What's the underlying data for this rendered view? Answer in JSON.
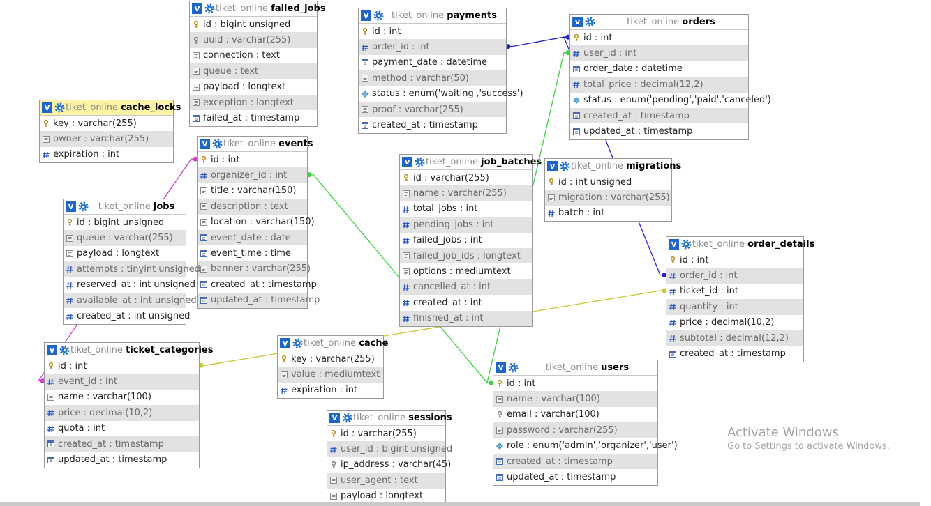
{
  "database": "tiket_online",
  "tables": [
    {
      "name": "failed_jobs",
      "columns": [
        {
          "text": "id : bigint unsigned",
          "icon": "primary-key"
        },
        {
          "text": "uuid : varchar(255)",
          "icon": "unique-key"
        },
        {
          "text": "connection : text",
          "icon": "text-type"
        },
        {
          "text": "queue : text",
          "icon": "text-type"
        },
        {
          "text": "payload : longtext",
          "icon": "text-type"
        },
        {
          "text": "exception : longtext",
          "icon": "text-type"
        },
        {
          "text": "failed_at : timestamp",
          "icon": "datetime-type"
        }
      ]
    },
    {
      "name": "payments",
      "columns": [
        {
          "text": "id : int",
          "icon": "primary-key"
        },
        {
          "text": "order_id : int",
          "icon": "numeric-type"
        },
        {
          "text": "payment_date : datetime",
          "icon": "datetime-type"
        },
        {
          "text": "method : varchar(50)",
          "icon": "text-type"
        },
        {
          "text": "status : enum('waiting','success')",
          "icon": "enum-type"
        },
        {
          "text": "proof : varchar(255)",
          "icon": "text-type"
        },
        {
          "text": "created_at : timestamp",
          "icon": "datetime-type"
        }
      ]
    },
    {
      "name": "orders",
      "columns": [
        {
          "text": "id : int",
          "icon": "primary-key"
        },
        {
          "text": "user_id : int",
          "icon": "numeric-type"
        },
        {
          "text": "order_date : datetime",
          "icon": "datetime-type"
        },
        {
          "text": "total_price : decimal(12,2)",
          "icon": "numeric-type"
        },
        {
          "text": "status : enum('pending','paid','canceled')",
          "icon": "enum-type"
        },
        {
          "text": "created_at : timestamp",
          "icon": "datetime-type"
        },
        {
          "text": "updated_at : timestamp",
          "icon": "datetime-type"
        }
      ]
    },
    {
      "name": "cache_locks",
      "highlight": true,
      "columns": [
        {
          "text": "key : varchar(255)",
          "icon": "primary-key"
        },
        {
          "text": "owner : varchar(255)",
          "icon": "text-type"
        },
        {
          "text": "expiration : int",
          "icon": "numeric-type"
        }
      ]
    },
    {
      "name": "events",
      "columns": [
        {
          "text": "id : int",
          "icon": "primary-key"
        },
        {
          "text": "organizer_id : int",
          "icon": "numeric-type"
        },
        {
          "text": "title : varchar(150)",
          "icon": "text-type"
        },
        {
          "text": "description : text",
          "icon": "text-type"
        },
        {
          "text": "location : varchar(150)",
          "icon": "text-type"
        },
        {
          "text": "event_date : date",
          "icon": "datetime-type"
        },
        {
          "text": "event_time : time",
          "icon": "datetime-type"
        },
        {
          "text": "banner : varchar(255)",
          "icon": "text-type"
        },
        {
          "text": "created_at : timestamp",
          "icon": "datetime-type"
        },
        {
          "text": "updated_at : timestamp",
          "icon": "datetime-type"
        }
      ]
    },
    {
      "name": "job_batches",
      "columns": [
        {
          "text": "id : varchar(255)",
          "icon": "primary-key"
        },
        {
          "text": "name : varchar(255)",
          "icon": "text-type"
        },
        {
          "text": "total_jobs : int",
          "icon": "numeric-type"
        },
        {
          "text": "pending_jobs : int",
          "icon": "numeric-type"
        },
        {
          "text": "failed_jobs : int",
          "icon": "numeric-type"
        },
        {
          "text": "failed_job_ids : longtext",
          "icon": "text-type"
        },
        {
          "text": "options : mediumtext",
          "icon": "text-type"
        },
        {
          "text": "cancelled_at : int",
          "icon": "numeric-type"
        },
        {
          "text": "created_at : int",
          "icon": "numeric-type"
        },
        {
          "text": "finished_at : int",
          "icon": "numeric-type"
        }
      ]
    },
    {
      "name": "migrations",
      "columns": [
        {
          "text": "id : int unsigned",
          "icon": "primary-key"
        },
        {
          "text": "migration : varchar(255)",
          "icon": "text-type"
        },
        {
          "text": "batch : int",
          "icon": "numeric-type"
        }
      ]
    },
    {
      "name": "jobs",
      "columns": [
        {
          "text": "id : bigint unsigned",
          "icon": "primary-key"
        },
        {
          "text": "queue : varchar(255)",
          "icon": "text-type"
        },
        {
          "text": "payload : longtext",
          "icon": "text-type"
        },
        {
          "text": "attempts : tinyint unsigned",
          "icon": "numeric-type"
        },
        {
          "text": "reserved_at : int unsigned",
          "icon": "numeric-type"
        },
        {
          "text": "available_at : int unsigned",
          "icon": "numeric-type"
        },
        {
          "text": "created_at : int unsigned",
          "icon": "numeric-type"
        }
      ]
    },
    {
      "name": "order_details",
      "columns": [
        {
          "text": "id : int",
          "icon": "primary-key"
        },
        {
          "text": "order_id : int",
          "icon": "numeric-type"
        },
        {
          "text": "ticket_id : int",
          "icon": "numeric-type"
        },
        {
          "text": "quantity : int",
          "icon": "numeric-type"
        },
        {
          "text": "price : decimal(10,2)",
          "icon": "numeric-type"
        },
        {
          "text": "subtotal : decimal(12,2)",
          "icon": "numeric-type"
        },
        {
          "text": "created_at : timestamp",
          "icon": "datetime-type"
        }
      ]
    },
    {
      "name": "ticket_categories",
      "columns": [
        {
          "text": "id : int",
          "icon": "primary-key"
        },
        {
          "text": "event_id : int",
          "icon": "numeric-type"
        },
        {
          "text": "name : varchar(100)",
          "icon": "text-type"
        },
        {
          "text": "price : decimal(10,2)",
          "icon": "numeric-type"
        },
        {
          "text": "quota : int",
          "icon": "numeric-type"
        },
        {
          "text": "created_at : timestamp",
          "icon": "datetime-type"
        },
        {
          "text": "updated_at : timestamp",
          "icon": "datetime-type"
        }
      ]
    },
    {
      "name": "cache",
      "columns": [
        {
          "text": "key : varchar(255)",
          "icon": "primary-key"
        },
        {
          "text": "value : mediumtext",
          "icon": "text-type"
        },
        {
          "text": "expiration : int",
          "icon": "numeric-type"
        }
      ]
    },
    {
      "name": "users",
      "columns": [
        {
          "text": "id : int",
          "icon": "primary-key"
        },
        {
          "text": "name : varchar(100)",
          "icon": "text-type"
        },
        {
          "text": "email : varchar(100)",
          "icon": "unique-key"
        },
        {
          "text": "password : varchar(255)",
          "icon": "text-type"
        },
        {
          "text": "role : enum('admin','organizer','user')",
          "icon": "enum-type"
        },
        {
          "text": "created_at : timestamp",
          "icon": "datetime-type"
        },
        {
          "text": "updated_at : timestamp",
          "icon": "datetime-type"
        }
      ]
    },
    {
      "name": "sessions",
      "columns": [
        {
          "text": "id : varchar(255)",
          "icon": "primary-key"
        },
        {
          "text": "user_id : bigint unsigned",
          "icon": "numeric-type"
        },
        {
          "text": "ip_address : varchar(45)",
          "icon": "unique-key"
        },
        {
          "text": "user_agent : text",
          "icon": "text-type"
        },
        {
          "text": "payload : longtext",
          "icon": "text-type"
        }
      ]
    }
  ],
  "relations": [
    {
      "from": "payments.order_id",
      "to": "orders.id",
      "color": "#2323c8"
    },
    {
      "from": "orders.user_id",
      "to": "users.id",
      "color": "#3fcf3f"
    },
    {
      "from": "order_details.order_id",
      "to": "orders.id",
      "color": "#2323c8"
    },
    {
      "from": "order_details.ticket_id",
      "to": "ticket_categories.id",
      "color": "#c8c832"
    },
    {
      "from": "ticket_categories.event_id",
      "to": "events.id",
      "color": "#cc44cc"
    },
    {
      "from": "events.organizer_id",
      "to": "users.id",
      "color": "#3fcf3f"
    }
  ],
  "watermark": {
    "title": "Activate Windows",
    "subtitle": "Go to Settings to activate Windows."
  }
}
